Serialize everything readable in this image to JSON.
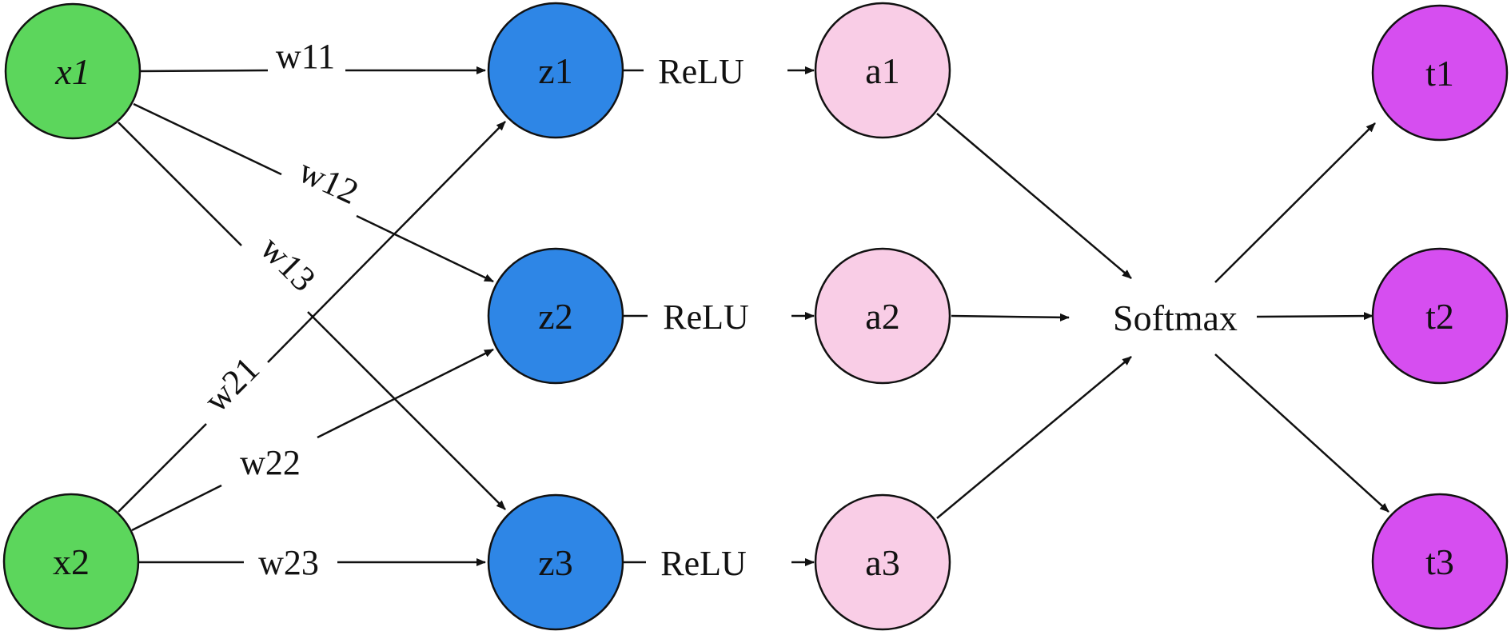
{
  "nodes": {
    "x1": "x1",
    "x2": "x2",
    "z1": "z1",
    "z2": "z2",
    "z3": "z3",
    "a1": "a1",
    "a2": "a2",
    "a3": "a3",
    "t1": "t1",
    "t2": "t2",
    "t3": "t3"
  },
  "weights": {
    "w11": "w11",
    "w12": "w12",
    "w13": "w13",
    "w21": "w21",
    "w22": "w22",
    "w23": "w23"
  },
  "activations": {
    "relu1": "ReLU",
    "relu2": "ReLU",
    "relu3": "ReLU"
  },
  "softmax": "Softmax",
  "colors": {
    "input": "#5cd65c",
    "hidden": "#2e86e6",
    "activation": "#f9cde6",
    "output": "#d64ef0"
  }
}
